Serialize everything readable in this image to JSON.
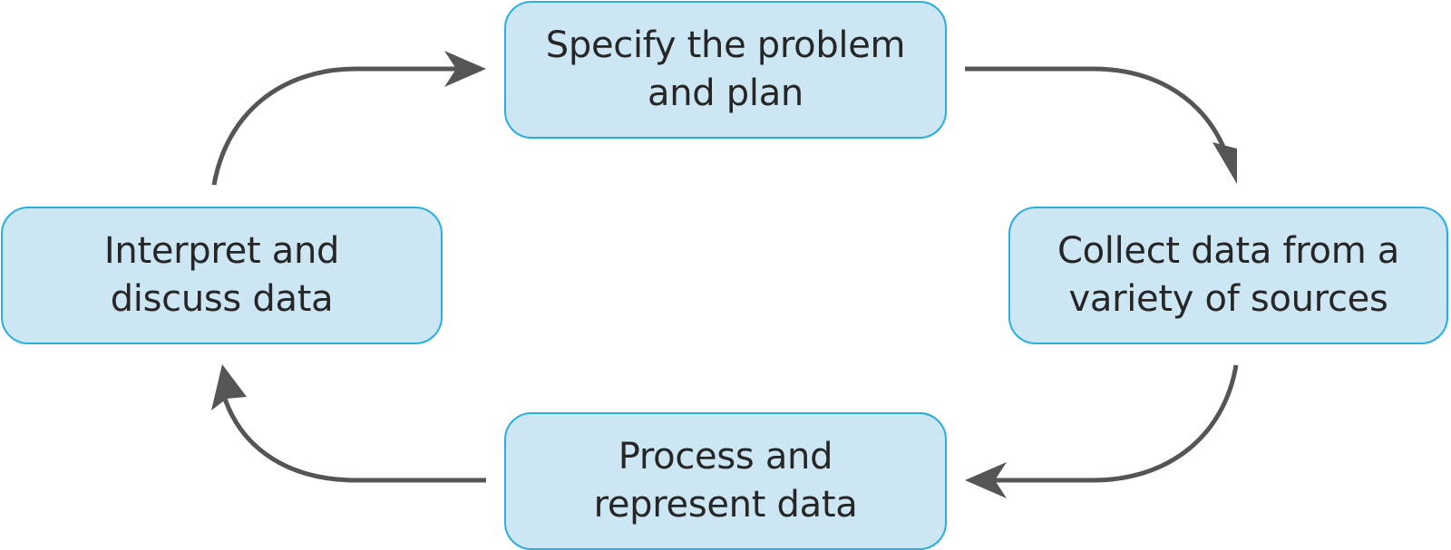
{
  "diagram": {
    "steps": [
      {
        "id": "specify",
        "lines": [
          "Specify the problem",
          "and plan"
        ]
      },
      {
        "id": "collect",
        "lines": [
          "Collect data from a",
          "variety of sources"
        ]
      },
      {
        "id": "process",
        "lines": [
          "Process and",
          "represent data"
        ]
      },
      {
        "id": "interpret",
        "lines": [
          "Interpret and",
          "discuss data"
        ]
      }
    ],
    "colors": {
      "box_fill": "#cce6f4",
      "box_border": "#29aee0",
      "arrow": "#555555",
      "text": "#262626"
    }
  }
}
